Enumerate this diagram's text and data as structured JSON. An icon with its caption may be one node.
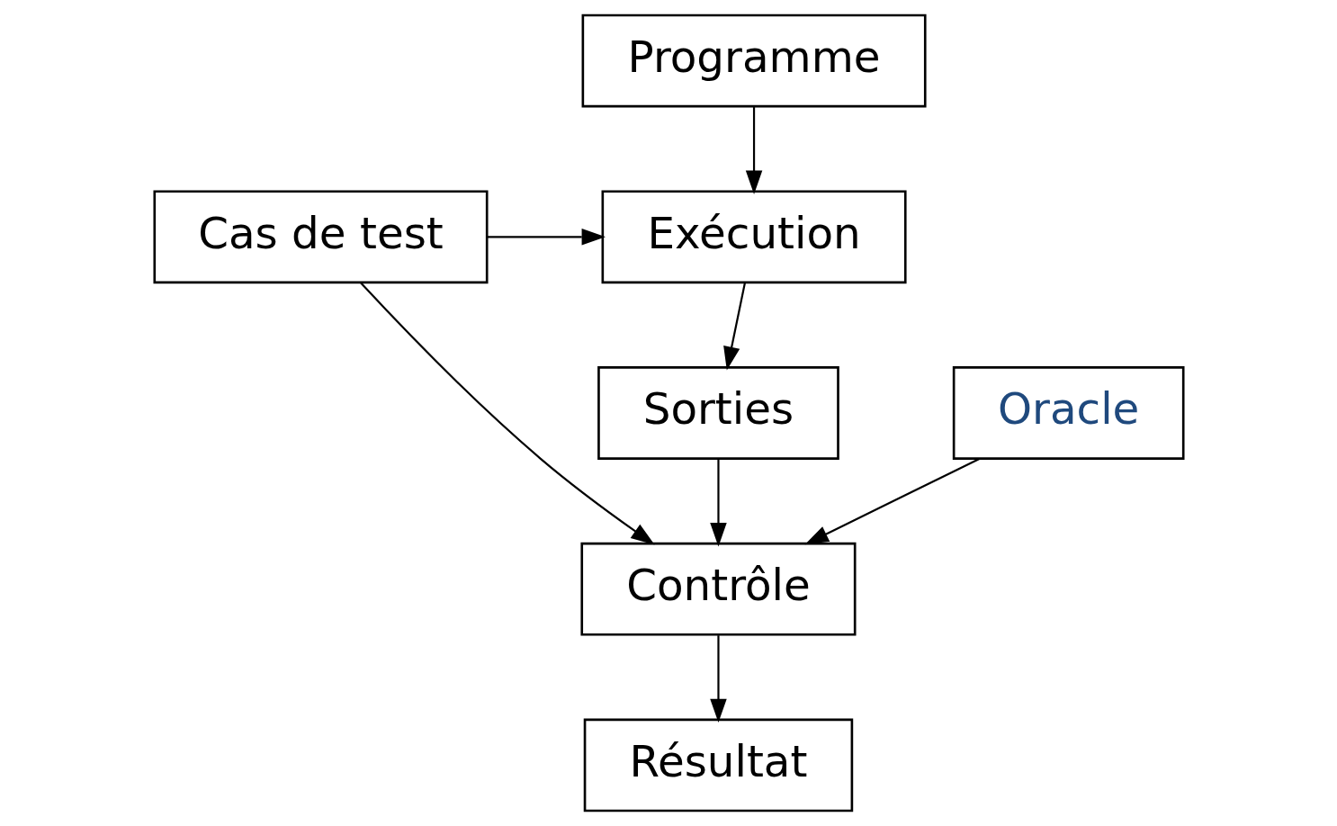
{
  "diagram": {
    "nodes": [
      {
        "text": [
          "Programme"
        ]
      },
      {
        "text": [
          "Exécution"
        ]
      },
      {
        "text": [
          "Sorties"
        ]
      },
      {
        "text": [
          "Cas de test"
        ]
      },
      {
        "text": [
          "Oracle"
        ]
      },
      {
        "text": [
          "Contrôle"
        ]
      },
      {
        "text": [
          "Résultat"
        ]
      }
    ],
    "edges": [
      {
        "from": 0,
        "to": 1,
        "arrow": "to"
      },
      {
        "from": 3,
        "to": 1,
        "arrow": "to"
      },
      {
        "from": 1,
        "to": 2,
        "arrow": "to"
      },
      {
        "from": 3,
        "to": 5,
        "arrow": "to"
      },
      {
        "from": 4,
        "to": 5,
        "arrow": "to"
      },
      {
        "from": 2,
        "to": 5,
        "arrow": "to"
      },
      {
        "from": 5,
        "to": 6,
        "arrow": "to"
      }
    ]
  }
}
